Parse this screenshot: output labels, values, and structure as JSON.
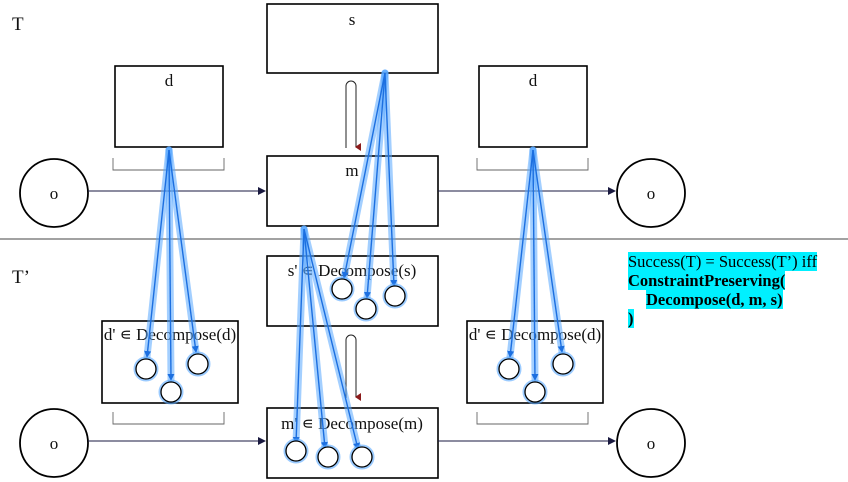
{
  "labels": {
    "t_top": "T",
    "t_bottom": "T’",
    "s_top": "s",
    "d_top_left": "d",
    "d_top_right": "d",
    "m_top": "m",
    "o_top_left": "o",
    "o_top_right": "o",
    "s_bottom": "s' ∊ Decompose(s)",
    "d_bottom_left": "d' ∊ Decompose(d)",
    "d_bottom_right": "d' ∊ Decompose(d)",
    "m_bottom": "m' ∊ Decompose(m)",
    "o_bottom_left": "o",
    "o_bottom_right": "o"
  },
  "note": {
    "line1": "Success(T) = Success(T’) iff",
    "line2": "ConstraintPreserving(",
    "line3": "Decompose(d, m, s)",
    "line4": ")"
  },
  "colors": {
    "highlight": "#00f0ff",
    "mapping_arrow": "#1c6fe0",
    "feedback_arrow": "#8b1a1a"
  }
}
